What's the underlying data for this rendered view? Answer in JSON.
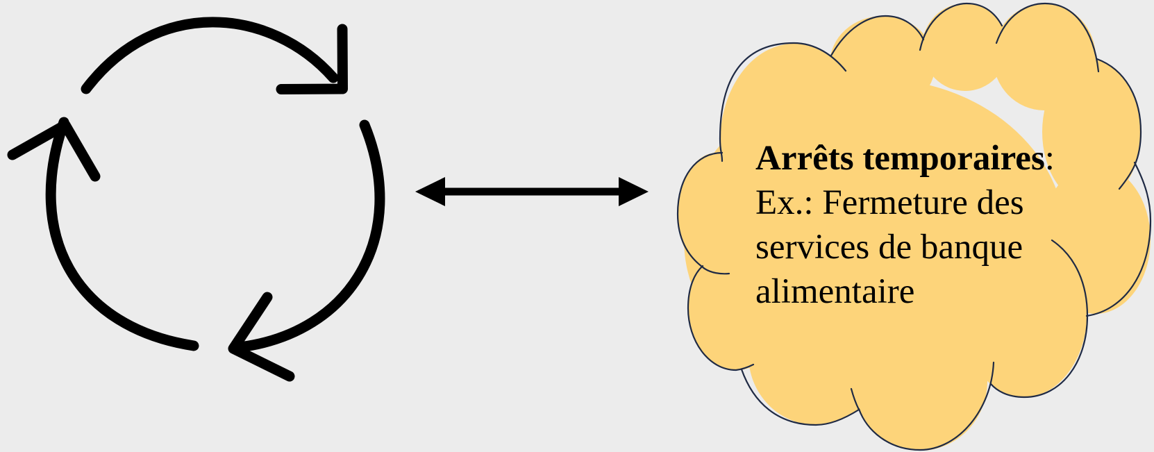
{
  "colors": {
    "background": "#ececec",
    "cloud_fill": "#fdd47a",
    "cloud_outline": "#1f2a44",
    "stroke": "#000000"
  },
  "icons": {
    "cycle": "cycle-arrows-icon",
    "connector": "double-headed-arrow-icon",
    "callout": "cloud-callout"
  },
  "cloud": {
    "title": "Arrêts temporaires",
    "title_suffix": ":",
    "lines": [
      "Ex.: Fermeture des",
      "services de banque",
      "alimentaire"
    ]
  }
}
